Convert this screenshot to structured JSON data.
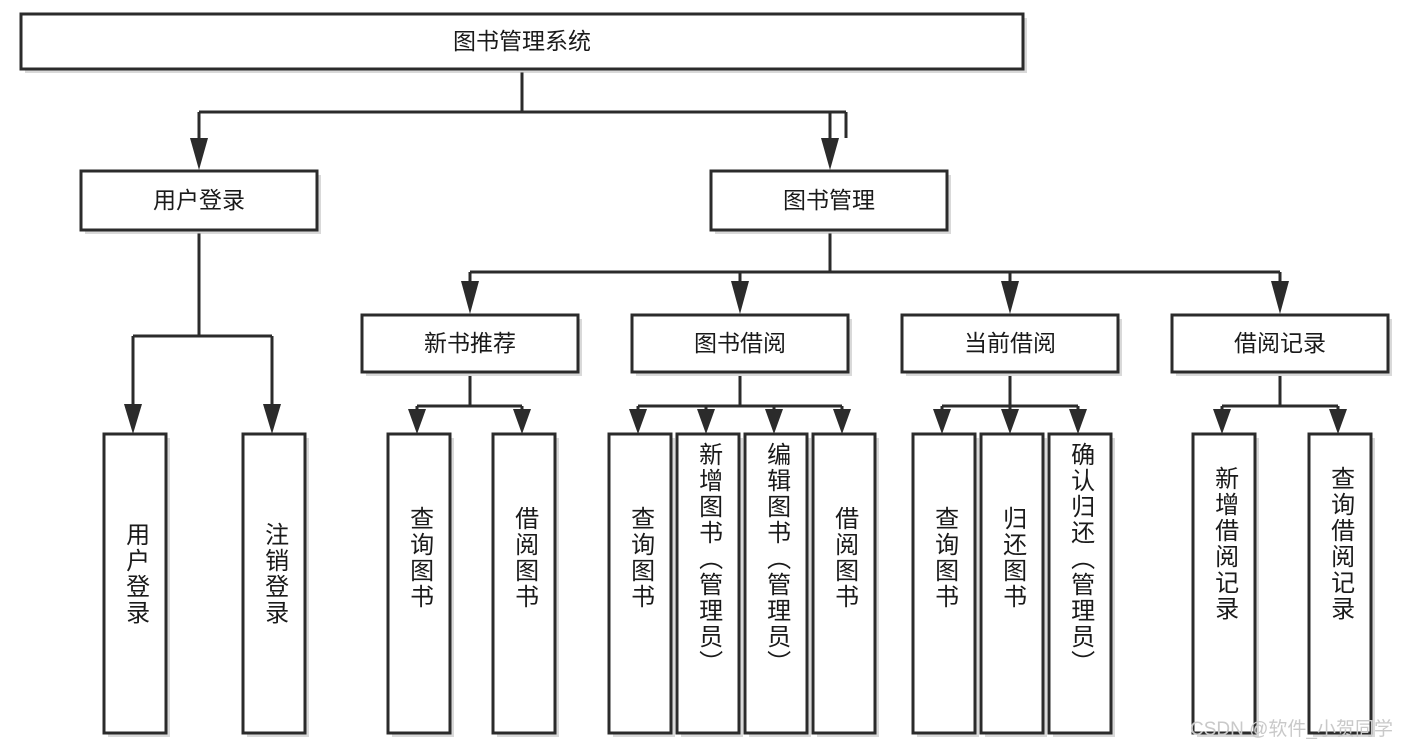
{
  "diagram": {
    "type": "tree-hierarchy",
    "title": "图书管理系统",
    "root": {
      "id": "root",
      "label": "图书管理系统",
      "orientation": "horizontal"
    },
    "level1": [
      {
        "id": "user-login",
        "label": "用户登录",
        "orientation": "horizontal"
      },
      {
        "id": "book-manage",
        "label": "图书管理",
        "orientation": "horizontal"
      }
    ],
    "level2": [
      {
        "id": "new-book-recommend",
        "label": "新书推荐",
        "orientation": "horizontal",
        "parent": "book-manage"
      },
      {
        "id": "book-borrow",
        "label": "图书借阅",
        "orientation": "horizontal",
        "parent": "book-manage"
      },
      {
        "id": "current-borrow",
        "label": "当前借阅",
        "orientation": "horizontal",
        "parent": "book-manage"
      },
      {
        "id": "borrow-record",
        "label": "借阅记录",
        "orientation": "horizontal",
        "parent": "book-manage"
      }
    ],
    "leaves": [
      {
        "id": "leaf-user-login",
        "label": "用户登录",
        "orientation": "vertical",
        "parent": "user-login"
      },
      {
        "id": "leaf-logout-login",
        "label": "注销登录",
        "orientation": "vertical",
        "parent": "user-login"
      },
      {
        "id": "leaf-query-book-1",
        "label": "查询图书",
        "orientation": "vertical",
        "parent": "new-book-recommend"
      },
      {
        "id": "leaf-borrow-book-1",
        "label": "借阅图书",
        "orientation": "vertical",
        "parent": "new-book-recommend"
      },
      {
        "id": "leaf-query-book-2",
        "label": "查询图书",
        "orientation": "vertical",
        "parent": "book-borrow"
      },
      {
        "id": "leaf-add-book",
        "label": "新增图书（管理员）",
        "orientation": "vertical",
        "parent": "book-borrow"
      },
      {
        "id": "leaf-edit-book",
        "label": "编辑图书（管理员）",
        "orientation": "vertical",
        "parent": "book-borrow"
      },
      {
        "id": "leaf-borrow-book-2",
        "label": "借阅图书",
        "orientation": "vertical",
        "parent": "book-borrow"
      },
      {
        "id": "leaf-query-book-3",
        "label": "查询图书",
        "orientation": "vertical",
        "parent": "current-borrow"
      },
      {
        "id": "leaf-return-book",
        "label": "归还图书",
        "orientation": "vertical",
        "parent": "current-borrow"
      },
      {
        "id": "leaf-confirm-return",
        "label": "确认归还（管理员）",
        "orientation": "vertical",
        "parent": "current-borrow"
      },
      {
        "id": "leaf-add-record",
        "label": "新增借阅记录",
        "orientation": "vertical",
        "parent": "borrow-record"
      },
      {
        "id": "leaf-query-record",
        "label": "查询借阅记录",
        "orientation": "vertical",
        "parent": "borrow-record"
      }
    ],
    "colors": {
      "box_fill": "#ffffff",
      "box_stroke": "#2b2b2b",
      "text": "#1a1a1a",
      "watermark": "#c9c9c9",
      "background": "#ffffff"
    }
  },
  "watermark": {
    "text": "CSDN @软件_小贺同学"
  }
}
